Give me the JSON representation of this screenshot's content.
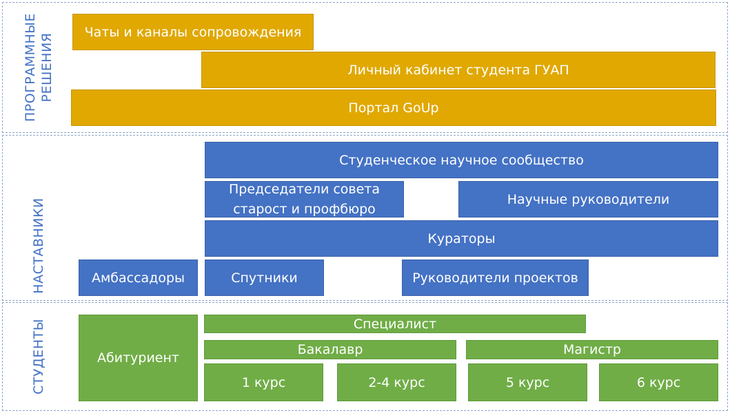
{
  "sections": {
    "software": {
      "label": "ПРОГРАММНЫЕ РЕШЕНИЯ",
      "items": {
        "chats": "Чаты и каналы сопровождения",
        "cabinet": "Личный кабинет студента ГУАП",
        "portal": "Портал GoUp"
      }
    },
    "mentors": {
      "label": "НАСТАВНИКИ",
      "items": {
        "scientific_community": "Студенческое научное сообщество",
        "chairs": "Председатели совета старост и профбюро",
        "supervisors": "Научные руководители",
        "curators": "Кураторы",
        "ambassadors": "Амбассадоры",
        "companions": "Спутники",
        "project_leaders": "Руководители проектов"
      }
    },
    "students": {
      "label": "СТУДЕНТЫ",
      "items": {
        "applicant": "Абитуриент",
        "specialist": "Специалист",
        "bachelor": "Бакалавр",
        "master": "Магистр",
        "course_1": "1 курс",
        "course_2_4": "2-4 курс",
        "course_5": "5 курс",
        "course_6": "6 курс"
      }
    }
  },
  "colors": {
    "software": "#e0a800",
    "mentors": "#4472c4",
    "students": "#70ad47",
    "label_text": "#4472c4",
    "border": "#8aa4c8"
  }
}
